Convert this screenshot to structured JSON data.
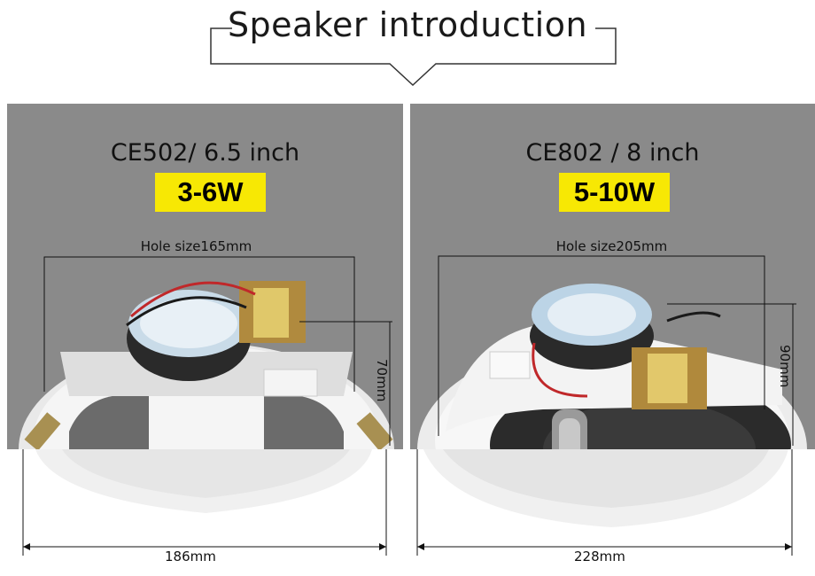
{
  "header": {
    "title": "Speaker introduction"
  },
  "products": [
    {
      "model": "CE502/ 6.5 inch",
      "power": "3-6W",
      "hole_size": "Hole size165mm",
      "height": "70mm",
      "diameter": "186mm"
    },
    {
      "model": "CE802 / 8 inch",
      "power": "5-10W",
      "hole_size": "Hole size205mm",
      "height": "90mm",
      "diameter": "228mm"
    }
  ],
  "colors": {
    "panel_bg": "#8a8a8a",
    "badge_bg": "#f7e804"
  }
}
